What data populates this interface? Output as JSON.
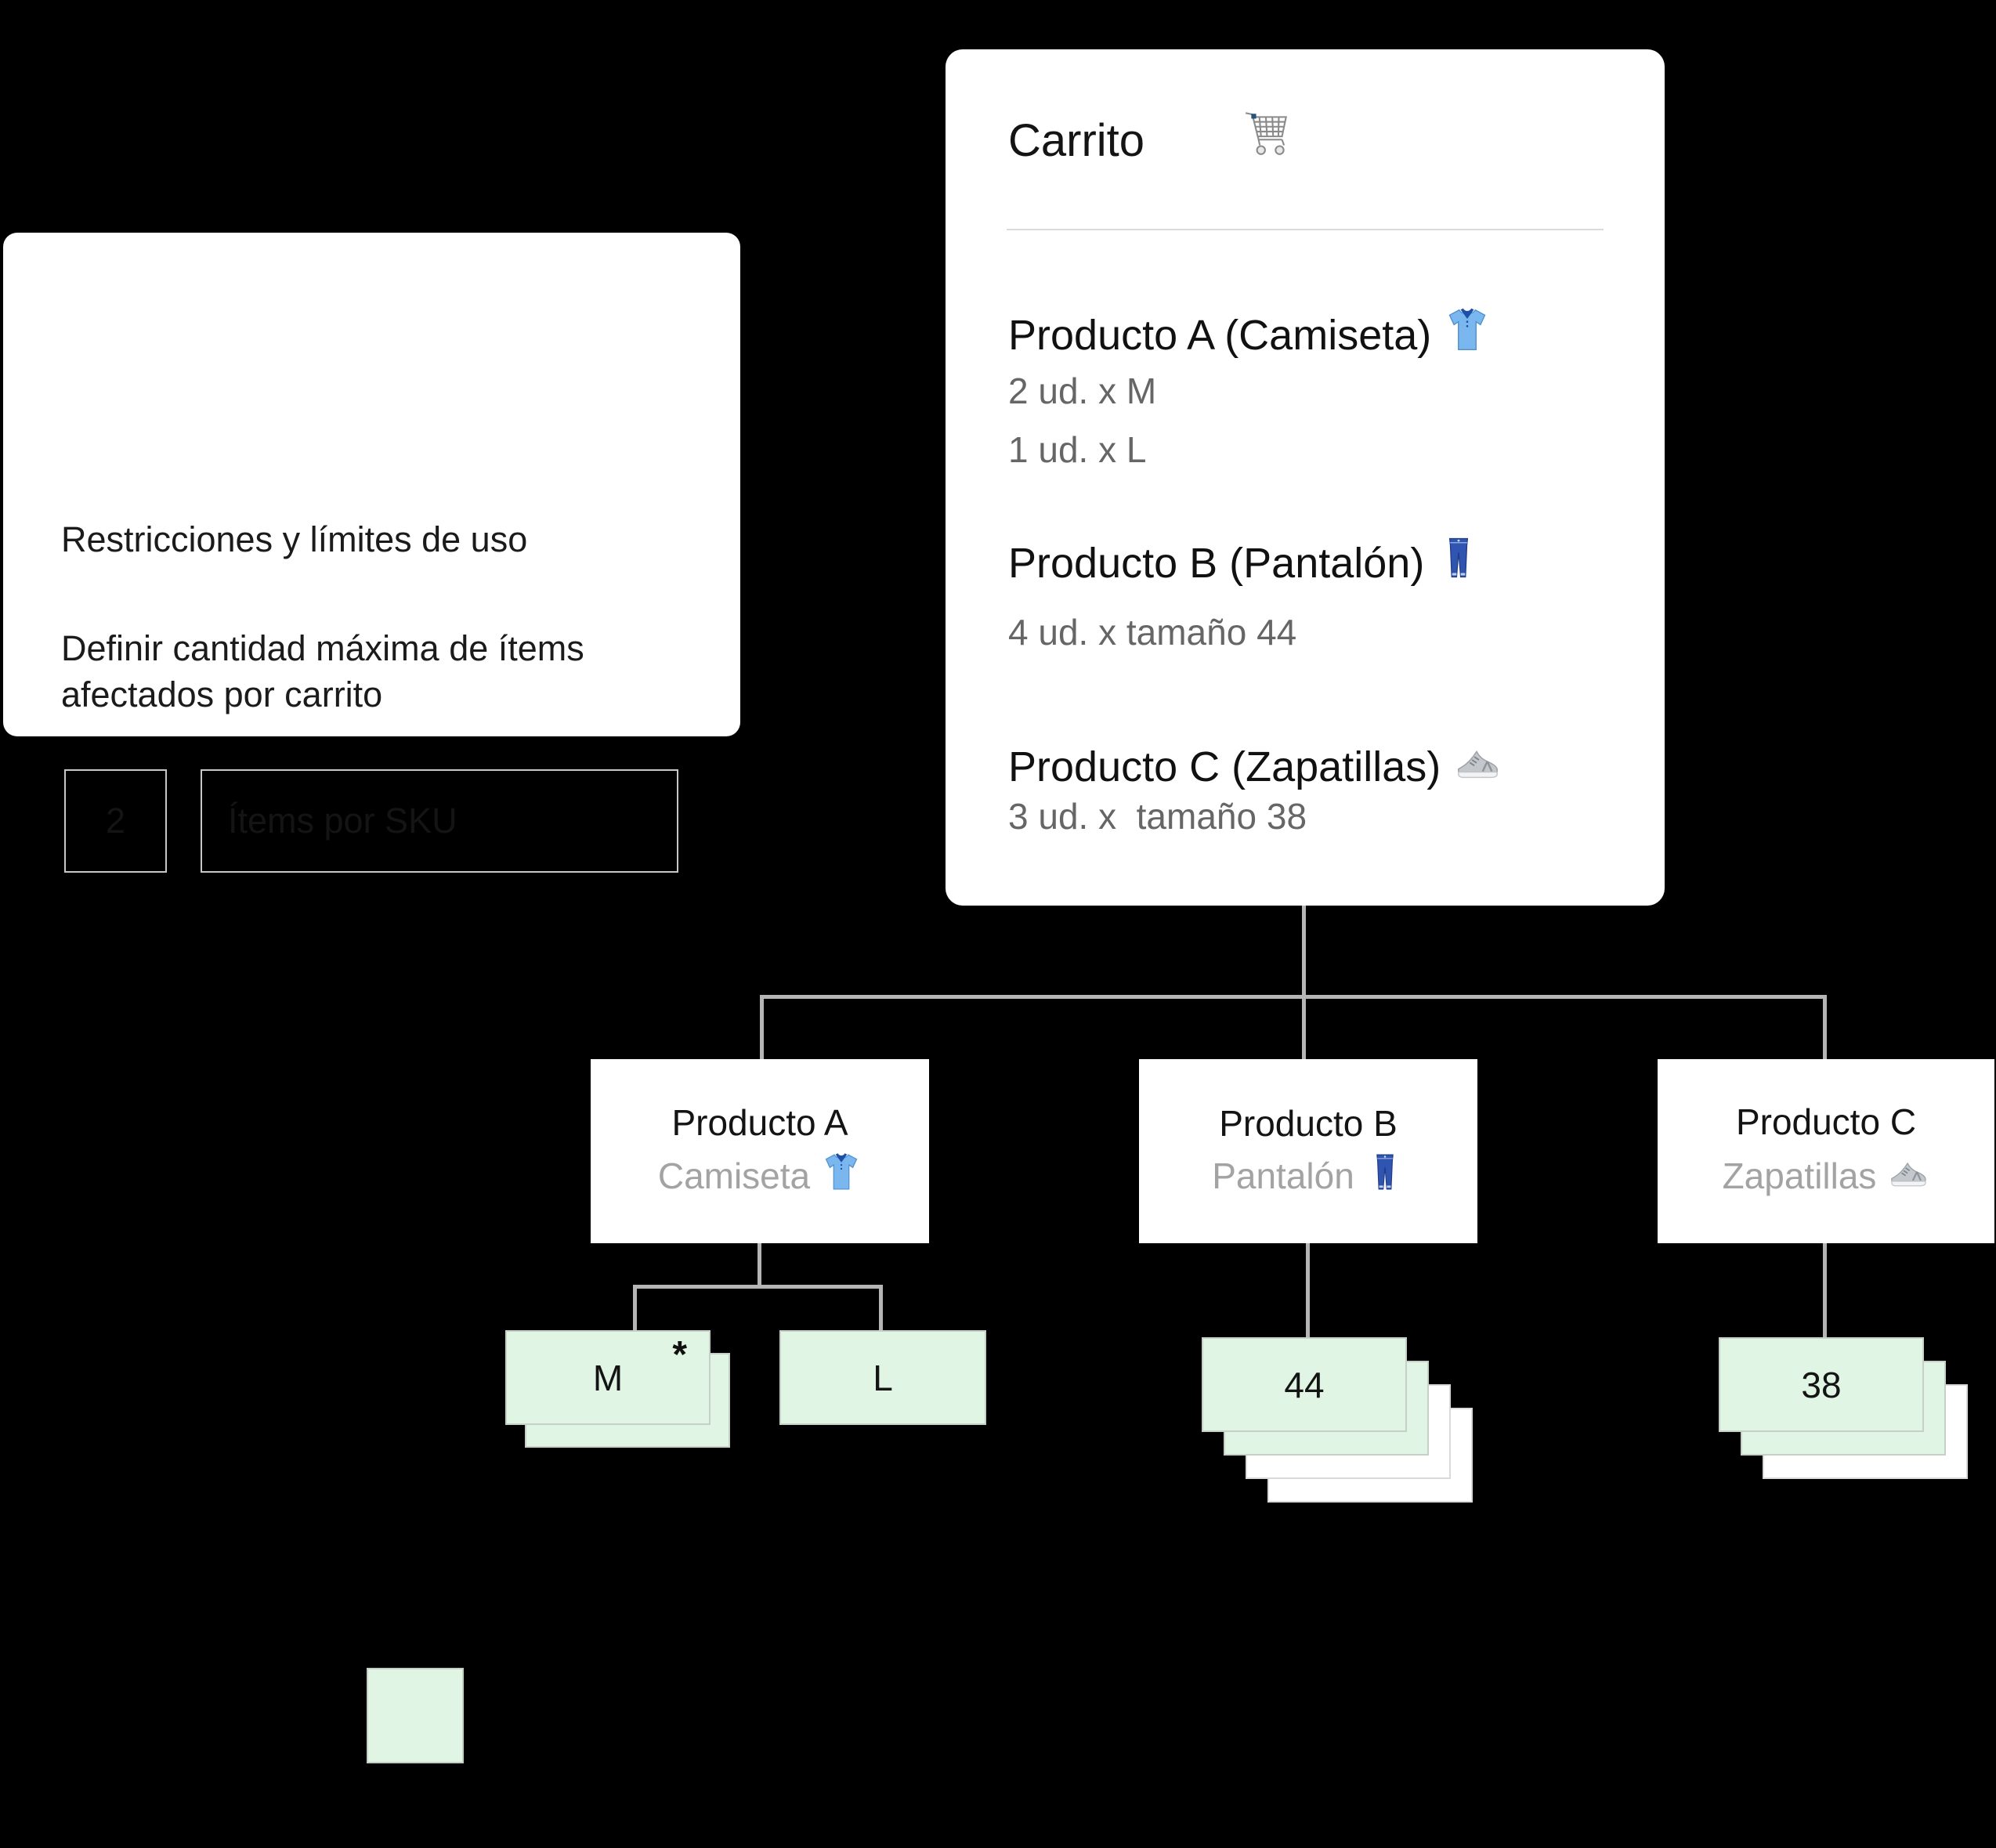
{
  "settings_card": {
    "title": "Restricciones y límites de uso",
    "description_line1": "Definir cantidad máxima de ítems",
    "description_line2": "afectados por carrito",
    "qty_value": "2",
    "qty_label": "Ítems por SKU"
  },
  "cart_card": {
    "title": "Carrito",
    "cart_icon": "shopping-cart-icon",
    "items": [
      {
        "name": "Producto A (Camiseta)",
        "icon": "tshirt-icon",
        "qty_line1": "2 ud. x M",
        "qty_line2": "1 ud. x L"
      },
      {
        "name": "Producto B (Pantalón)",
        "icon": "jeans-icon",
        "qty_line1": "4 ud. x tamaño 44"
      },
      {
        "name": "Producto C (Zapatillas)",
        "icon": "sneaker-icon",
        "qty_line1": "3 ud. x  tamaño 38"
      }
    ]
  },
  "tree": {
    "nodes": [
      {
        "title": "Producto A",
        "subtitle": "Camiseta",
        "icon": "tshirt-icon"
      },
      {
        "title": "Producto B",
        "subtitle": "Pantalón",
        "icon": "jeans-icon"
      },
      {
        "title": "Producto C",
        "subtitle": "Zapatillas",
        "icon": "sneaker-icon"
      }
    ],
    "leaves": {
      "m_label": "M",
      "m_marker": "*",
      "l_label": "L",
      "b_size_label": "44",
      "c_size_label": "38"
    }
  },
  "colors": {
    "background": "#000000",
    "card": "#ffffff",
    "highlight_green": "#e0f5e3",
    "connector_gray": "#b5b5b5",
    "muted_text": "#a3a3a3",
    "qty_text": "#666666"
  }
}
